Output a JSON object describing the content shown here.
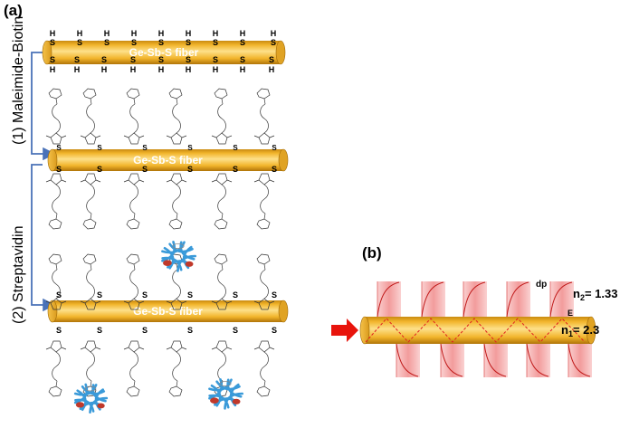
{
  "panel_a": {
    "label": "(a)",
    "fiber_label": "Ge-Sb-S fiber",
    "step1": "(1) Maleimide-Biotin",
    "step2": "(2) Streptavidin",
    "sulfur": "S",
    "hydrogen": "H"
  },
  "panel_b": {
    "label": "(b)",
    "dp": "dp",
    "E": "E",
    "n2_text": "n",
    "n2_sub": "2",
    "n2_value": "= 1.33",
    "n1_text": "n",
    "n1_sub": "1",
    "n1_value": "= 2.3"
  },
  "colors": {
    "fiber_light": "#f7c94a",
    "fiber_dark": "#c98a10",
    "arrow": "#4a72b8",
    "input_arrow": "#e8140c",
    "evanescent": "#f08080",
    "protein_blue": "#3a9ad9",
    "protein_red": "#c0392b"
  }
}
